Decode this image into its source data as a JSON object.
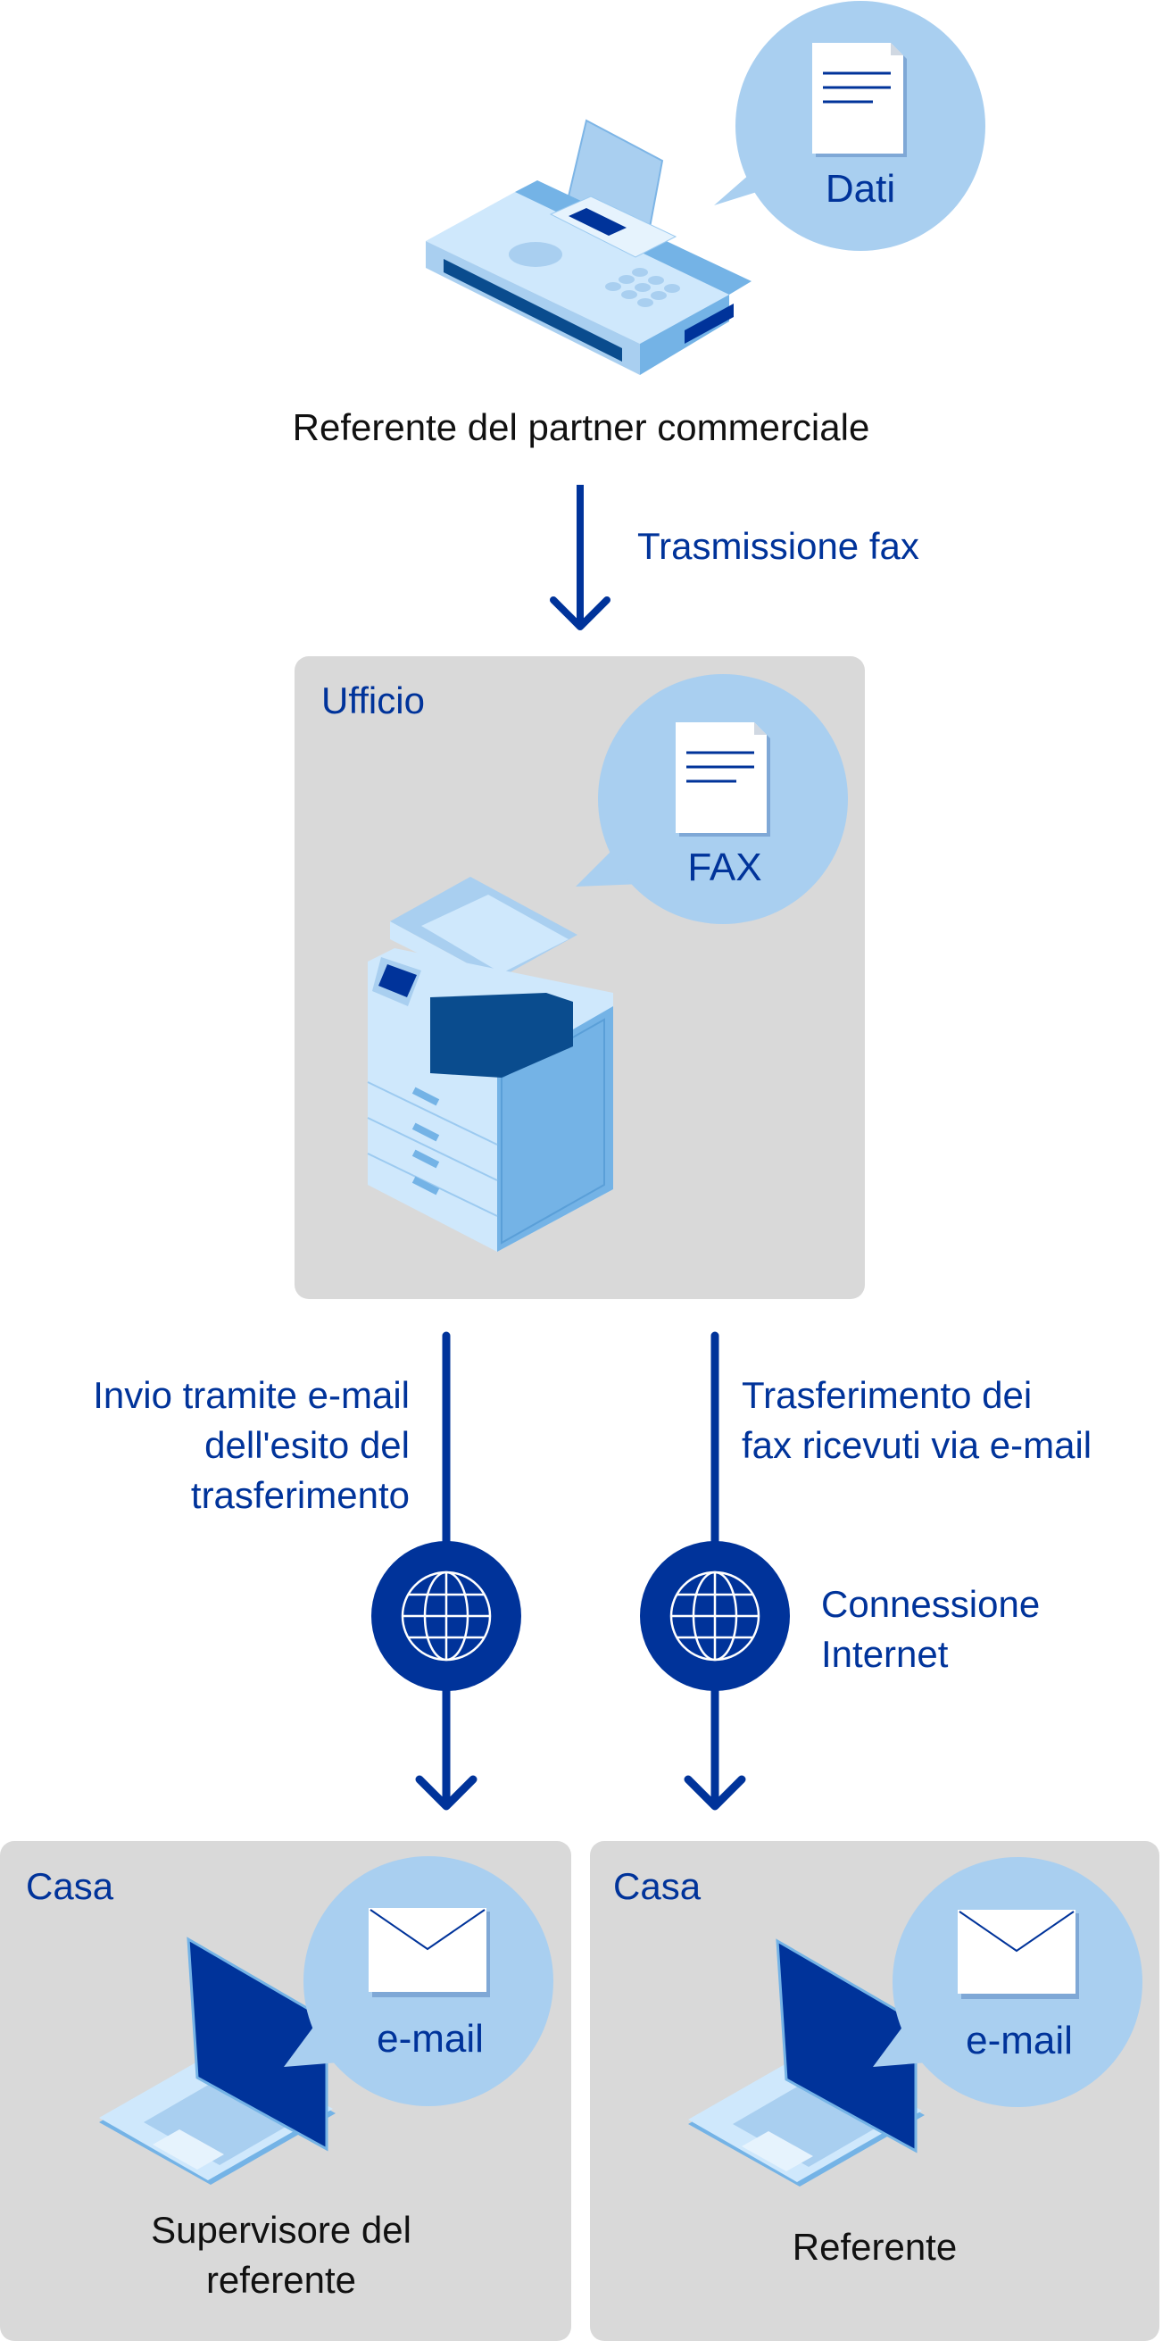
{
  "top": {
    "bubble_label": "Dati",
    "sender_label": "Referente del partner commerciale",
    "arrow_label": "Trasmissione fax"
  },
  "office": {
    "title": "Ufficio",
    "bubble_label": "FAX"
  },
  "left_path": {
    "label_lines": [
      "Invio tramite e-mail",
      "dell'esito del",
      "trasferimento"
    ]
  },
  "right_path": {
    "label_lines": [
      "Trasferimento dei",
      "fax ricevuti via e-mail"
    ],
    "internet_lines": [
      "Connessione",
      "Internet"
    ]
  },
  "home_left": {
    "title": "Casa",
    "bubble_label": "e-mail",
    "person_lines": [
      "Supervisore del",
      "referente"
    ]
  },
  "home_right": {
    "title": "Casa",
    "bubble_label": "e-mail",
    "person_lines": [
      "Referente"
    ]
  },
  "colors": {
    "accent": "#00339a",
    "bubble": "#a9cff0",
    "box": "#d9d9d9",
    "device_light": "#cfe8fc",
    "device_mid": "#74b3e6"
  }
}
